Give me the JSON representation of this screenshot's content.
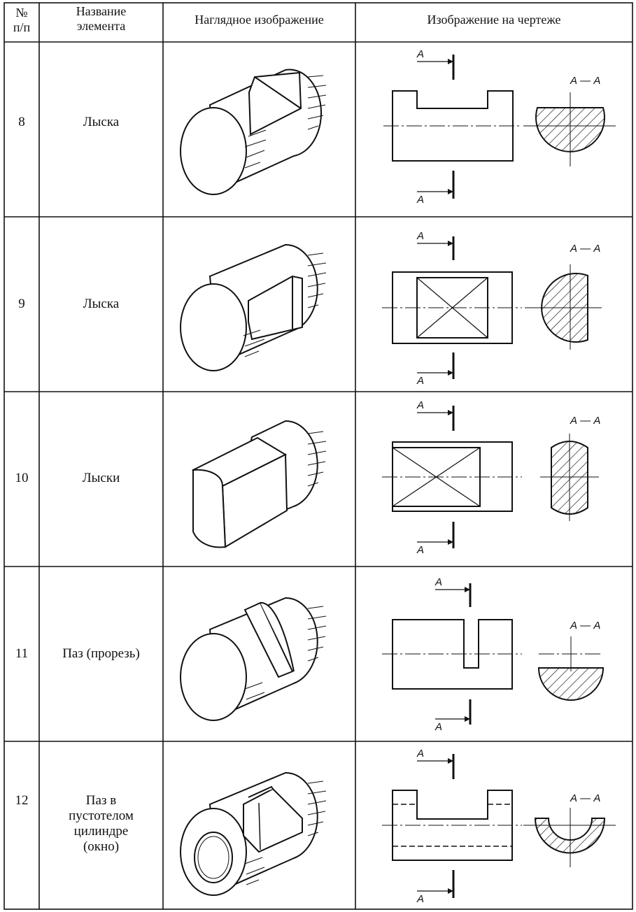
{
  "table": {
    "headers": {
      "num": [
        "№",
        "п/п"
      ],
      "name": [
        "Название",
        "элемента"
      ],
      "pictorial": "Наглядное изображение",
      "drawing": "Изображение на чертеже"
    },
    "rows": [
      {
        "num": "8",
        "name": [
          "Лыска"
        ]
      },
      {
        "num": "9",
        "name": [
          "Лыска"
        ]
      },
      {
        "num": "10",
        "name": [
          "Лыски"
        ]
      },
      {
        "num": "11",
        "name": [
          "Паз (прорезь)"
        ]
      },
      {
        "num": "12",
        "name": [
          "Паз в",
          "пустотелом",
          "цилиндре",
          "(окно)"
        ]
      }
    ],
    "section_label": "А — А",
    "cut_letter": "А"
  }
}
